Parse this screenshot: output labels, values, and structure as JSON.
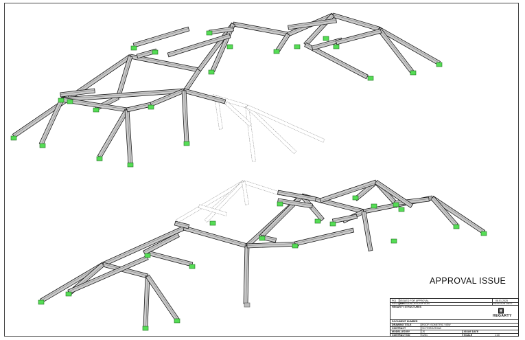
{
  "stamp": {
    "text": "APPROVAL ISSUE"
  },
  "title_block": {
    "rev": "P01",
    "rev_desc": "ISSUED FOR APPROVAL",
    "rev_date": "08.01.2025",
    "rev_hdr": "REV MARK",
    "rev_desc_hdr": "REVISION DESCRIPTION",
    "rev_date_hdr": "REVISION DATE",
    "company": "HEGARTY STRUCTURES",
    "logo_text": "HEGARTY",
    "doc_label": "DOCUMENT NUMBER",
    "drawing_title_label": "DRAWING TITLE",
    "drawing_title": "ROOF ISOMETRIC VIEW",
    "contract_label": "CONTRACT",
    "contract": "VICTORIA ROAD",
    "modelled_label": "MODELLED BY",
    "modelled": "JS",
    "issue_date_label": "ISSUE DATE",
    "contract_no_label": "CONTRACT NO",
    "contract_no": "1251",
    "scale_label": "SCALE",
    "scale": "1:40"
  },
  "colors": {
    "beam_fill": "#c9c9c9",
    "beam_edge": "#1a1a1a",
    "base_plate": "#55dd55",
    "ghost": "#9a9a9a"
  }
}
